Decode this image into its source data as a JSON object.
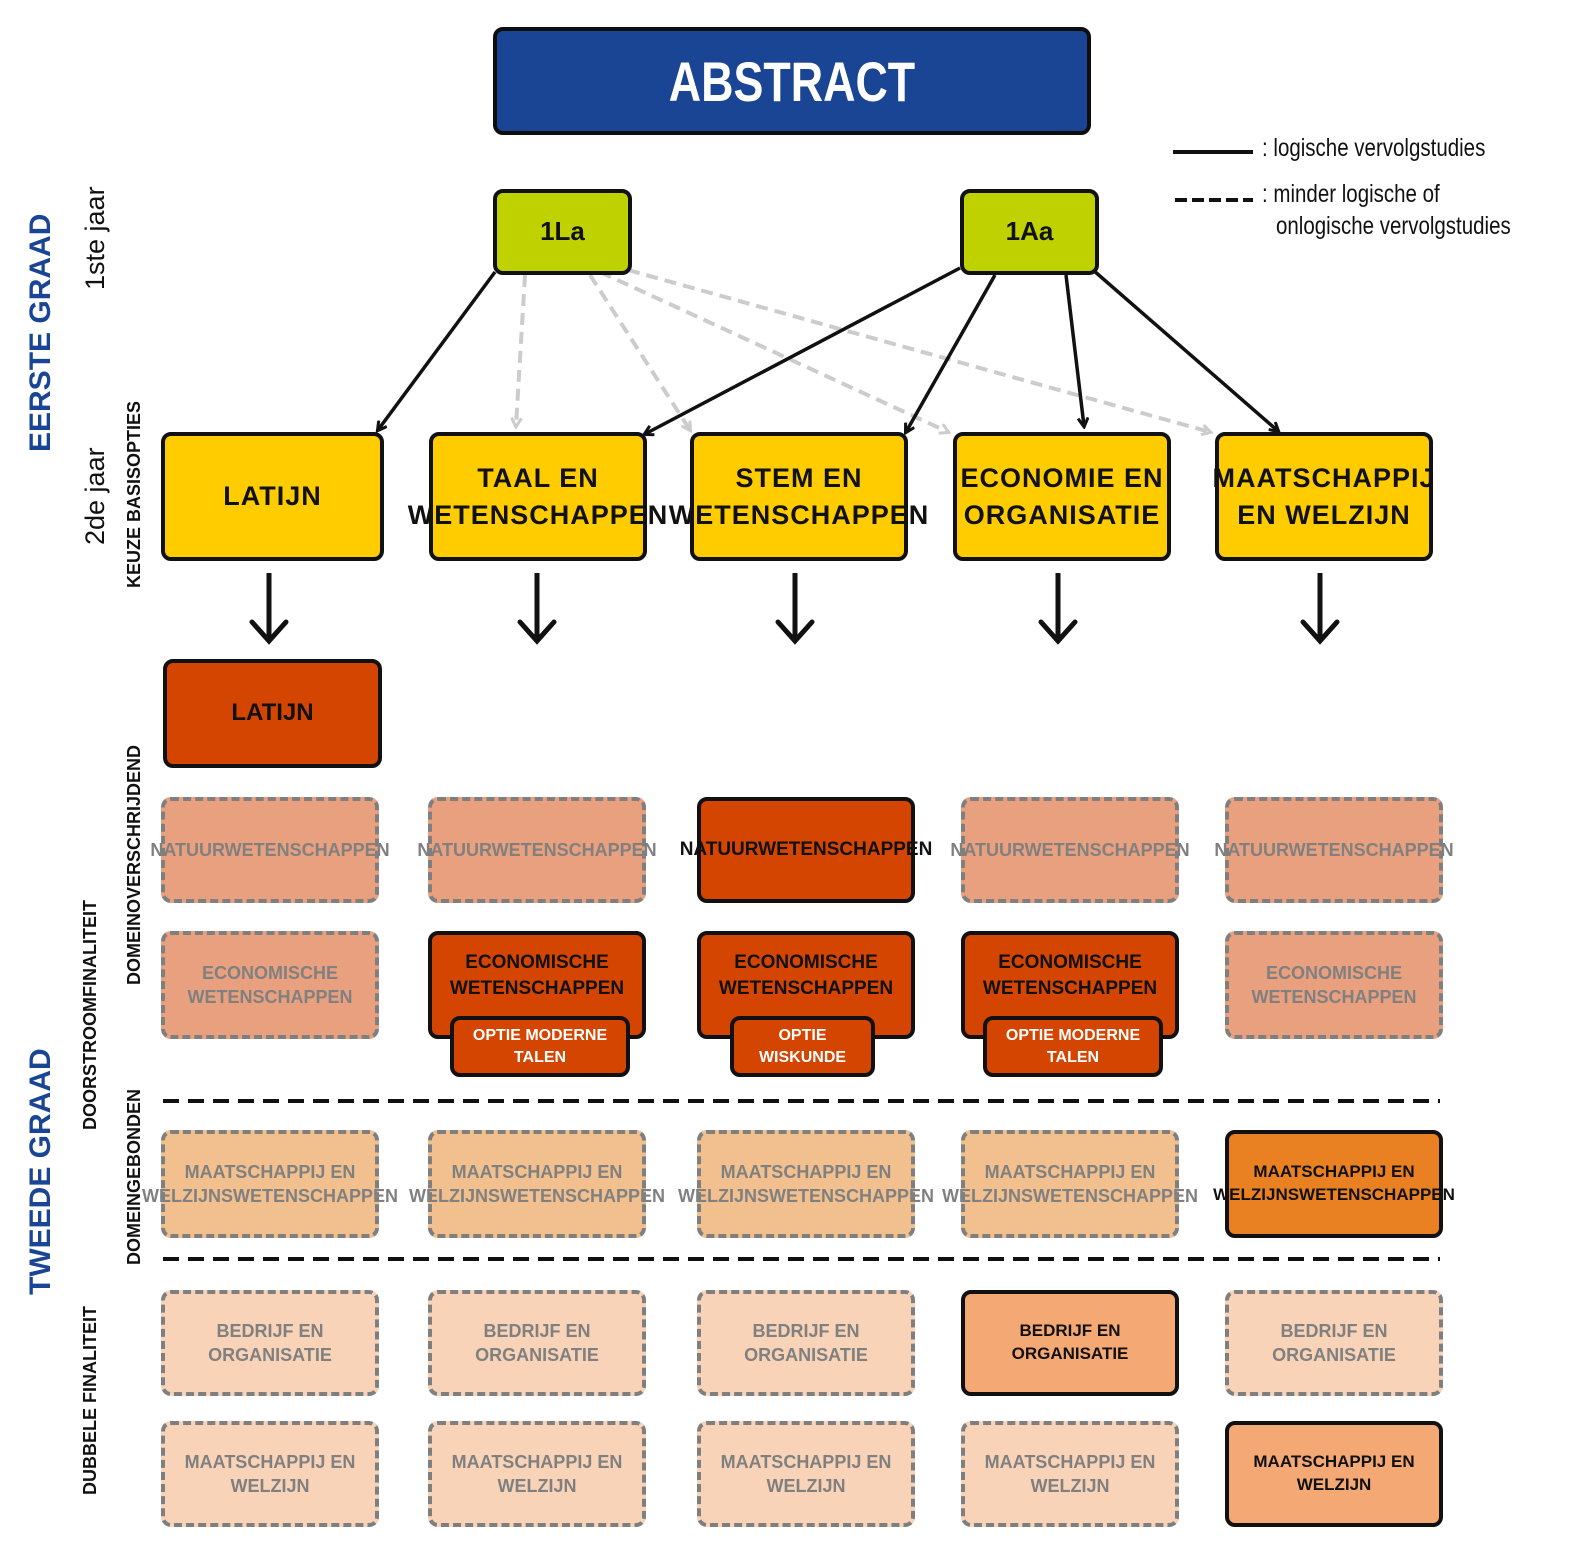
{
  "title": "ABSTRACT",
  "legend": {
    "solid": ": logische vervolgstudies",
    "dashed_line1": ": minder logische of",
    "dashed_line2": "onlogische vervolgstudies"
  },
  "side_labels": {
    "eerste_graad": "EERSTE GRAAD",
    "tweede_graad": "TWEEDE GRAAD",
    "jaar1": "1ste jaar",
    "jaar2": "2de jaar",
    "keuze": "KEUZE BASISOPTIES",
    "domeinoverschrijdend": "DOMEINOVERSCHRIJDEND",
    "doorstroom": "DOORSTROOMFINALITEIT",
    "domeingebonden": "DOMEINGEBONDEN",
    "dubbele": "DUBBELE FINALITEIT"
  },
  "first_year": [
    "1La",
    "1Aa"
  ],
  "basisopties": [
    {
      "line1": "LATIJN",
      "line2": ""
    },
    {
      "line1": "TAAL EN",
      "line2": "WETENSCHAPPEN"
    },
    {
      "line1": "STEM EN",
      "line2": "WETENSCHAPPEN"
    },
    {
      "line1": "ECONOMIE EN",
      "line2": "ORGANISATIE"
    },
    {
      "line1": "MAATSCHAPPIJ",
      "line2": "EN WELZIJN"
    }
  ],
  "edges": [
    {
      "from": "1La",
      "to": "LATIJN",
      "type": "logisch"
    },
    {
      "from": "1La",
      "to": "TAAL EN WETENSCHAPPEN",
      "type": "minder logisch"
    },
    {
      "from": "1La",
      "to": "STEM EN WETENSCHAPPEN",
      "type": "minder logisch"
    },
    {
      "from": "1La",
      "to": "ECONOMIE EN ORGANISATIE",
      "type": "minder logisch"
    },
    {
      "from": "1La",
      "to": "MAATSCHAPPIJ EN WELZIJN",
      "type": "minder logisch"
    },
    {
      "from": "1Aa",
      "to": "TAAL EN WETENSCHAPPEN",
      "type": "logisch"
    },
    {
      "from": "1Aa",
      "to": "STEM EN WETENSCHAPPEN",
      "type": "logisch"
    },
    {
      "from": "1Aa",
      "to": "ECONOMIE EN ORGANISATIE",
      "type": "logisch"
    },
    {
      "from": "1Aa",
      "to": "MAATSCHAPPIJ EN WELZIJN",
      "type": "logisch"
    }
  ],
  "latijn_richting": "LATIJN",
  "natuur": {
    "label": "NATUURWETENSCHAPPEN",
    "highlighted": [
      false,
      false,
      true,
      false,
      false
    ]
  },
  "economisch": {
    "line1": "ECONOMISCHE",
    "line2": "WETENSCHAPPEN",
    "highlighted": [
      false,
      true,
      true,
      true,
      false
    ],
    "opties": [
      "",
      "OPTIE MODERNE TALEN",
      "OPTIE WISKUNDE",
      "OPTIE MODERNE TALEN",
      ""
    ]
  },
  "maatschappij_wet": {
    "line1": "MAATSCHAPPIJ EN",
    "line2": "WELZIJNSWETENSCHAPPEN",
    "highlighted": [
      false,
      false,
      false,
      false,
      true
    ]
  },
  "bedrijf": {
    "label": "BEDRIJF EN ORGANISATIE",
    "highlighted": [
      false,
      false,
      false,
      true,
      false
    ]
  },
  "maatschappij_welzijn": {
    "label": "MAATSCHAPPIJ EN WELZIJN",
    "highlighted": [
      false,
      false,
      false,
      false,
      true
    ]
  },
  "colors": {
    "title_blue": "#1a4594",
    "lime": "#bfd200",
    "yellow": "#ffcc00",
    "dark_orange": "#d34500",
    "orange": "#e98123",
    "light_orange": "#f4a874",
    "faded_natuur": "#e9a07e",
    "faded_maatschappij": "#f1c08e",
    "faded_bedrijf": "#f9d3b7"
  }
}
